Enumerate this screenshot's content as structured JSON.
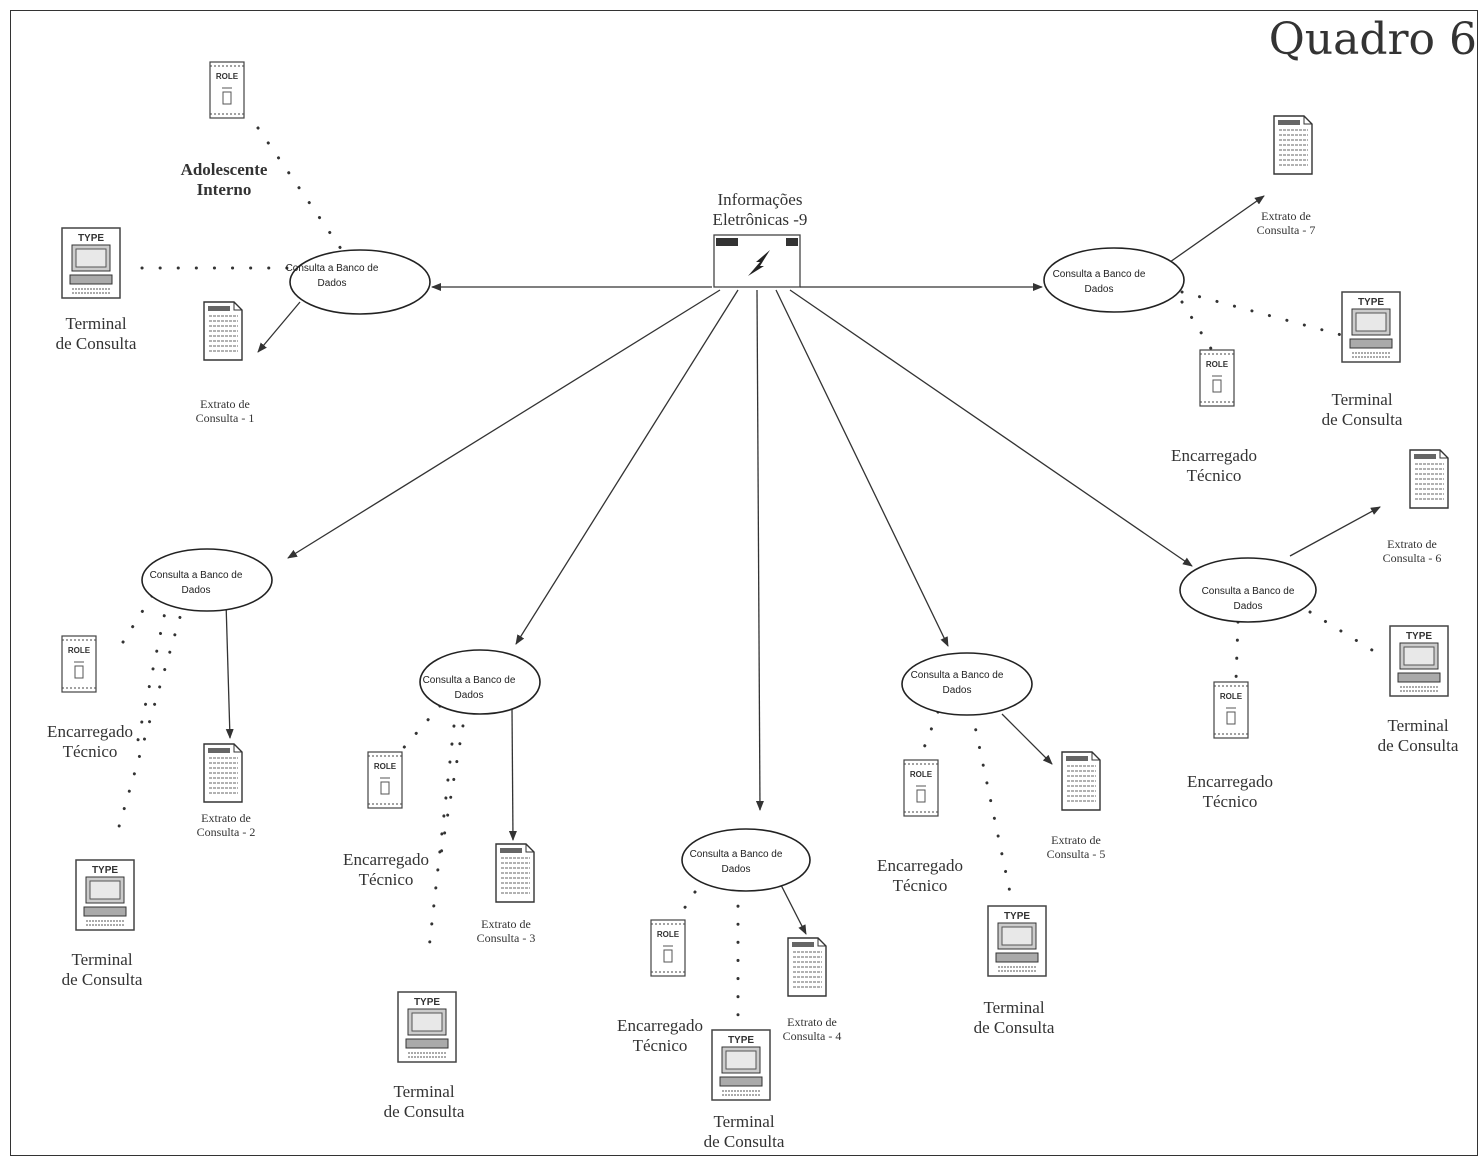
{
  "title": "Quadro 6",
  "center": {
    "line1": "Informações",
    "line2": "Eletrônicas -9"
  },
  "node_label": "Consulta a Banco de Dados",
  "role_text": "ROLE",
  "monitor_text": "TYPE",
  "labels": {
    "adolescente": [
      "Adolescente",
      "Interno"
    ],
    "terminal": [
      "Terminal",
      "de Consulta"
    ],
    "encarregado": [
      "Encarregado",
      "Técnico"
    ],
    "extrato1": [
      "Extrato de",
      "Consulta - 1"
    ],
    "extrato2": [
      "Extrato de",
      "Consulta - 2"
    ],
    "extrato3": [
      "Extrato de",
      "Consulta - 3"
    ],
    "extrato4": [
      "Extrato de",
      "Consulta - 4"
    ],
    "extrato5": [
      "Extrato de",
      "Consulta - 5"
    ],
    "extrato6": [
      "Extrato de",
      "Consulta - 6"
    ],
    "extrato7": [
      "Extrato de",
      "Consulta - 7"
    ]
  }
}
